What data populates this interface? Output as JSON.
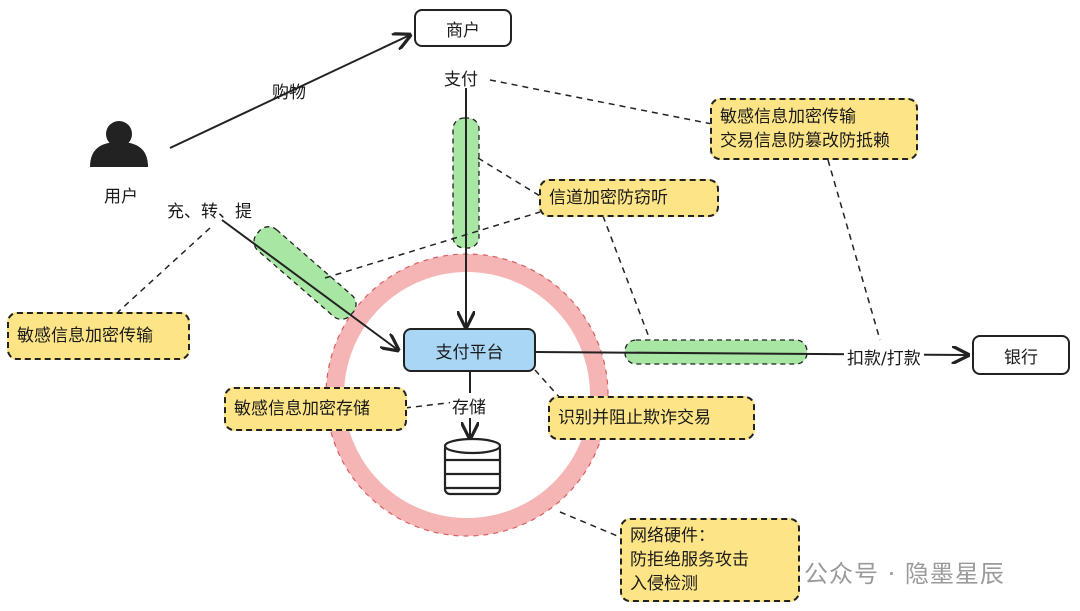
{
  "nodes": {
    "user": "用户",
    "merchant": "商户",
    "platform": "支付平台",
    "bank": "银行"
  },
  "edges": {
    "shopping": "购物",
    "payment": "支付",
    "recharge": "充、转、提",
    "storage": "存储",
    "debit": "扣款/打款"
  },
  "notes": {
    "sensitive_left": "敏感信息加密传输",
    "channel": "信道加密防窃听",
    "top_right_line1": "敏感信息加密传输",
    "top_right_line2": "交易信息防篡改防抵赖",
    "storage_note": "敏感信息加密存储",
    "fraud": "识别并阻止欺诈交易",
    "network_line1": "网络硬件：",
    "network_line2": "防拒绝服务攻击",
    "network_line3": "入侵检测"
  },
  "watermark": "公众号 · 隐墨星辰",
  "colors": {
    "note_fill": "#fde587",
    "platform_fill": "#a9d6f5",
    "channel_fill": "#a8e6a3",
    "ring_color": "#f5b5b5"
  },
  "icons": {
    "user": "person-icon",
    "database": "database-icon",
    "watermark": "wechat-icon"
  }
}
